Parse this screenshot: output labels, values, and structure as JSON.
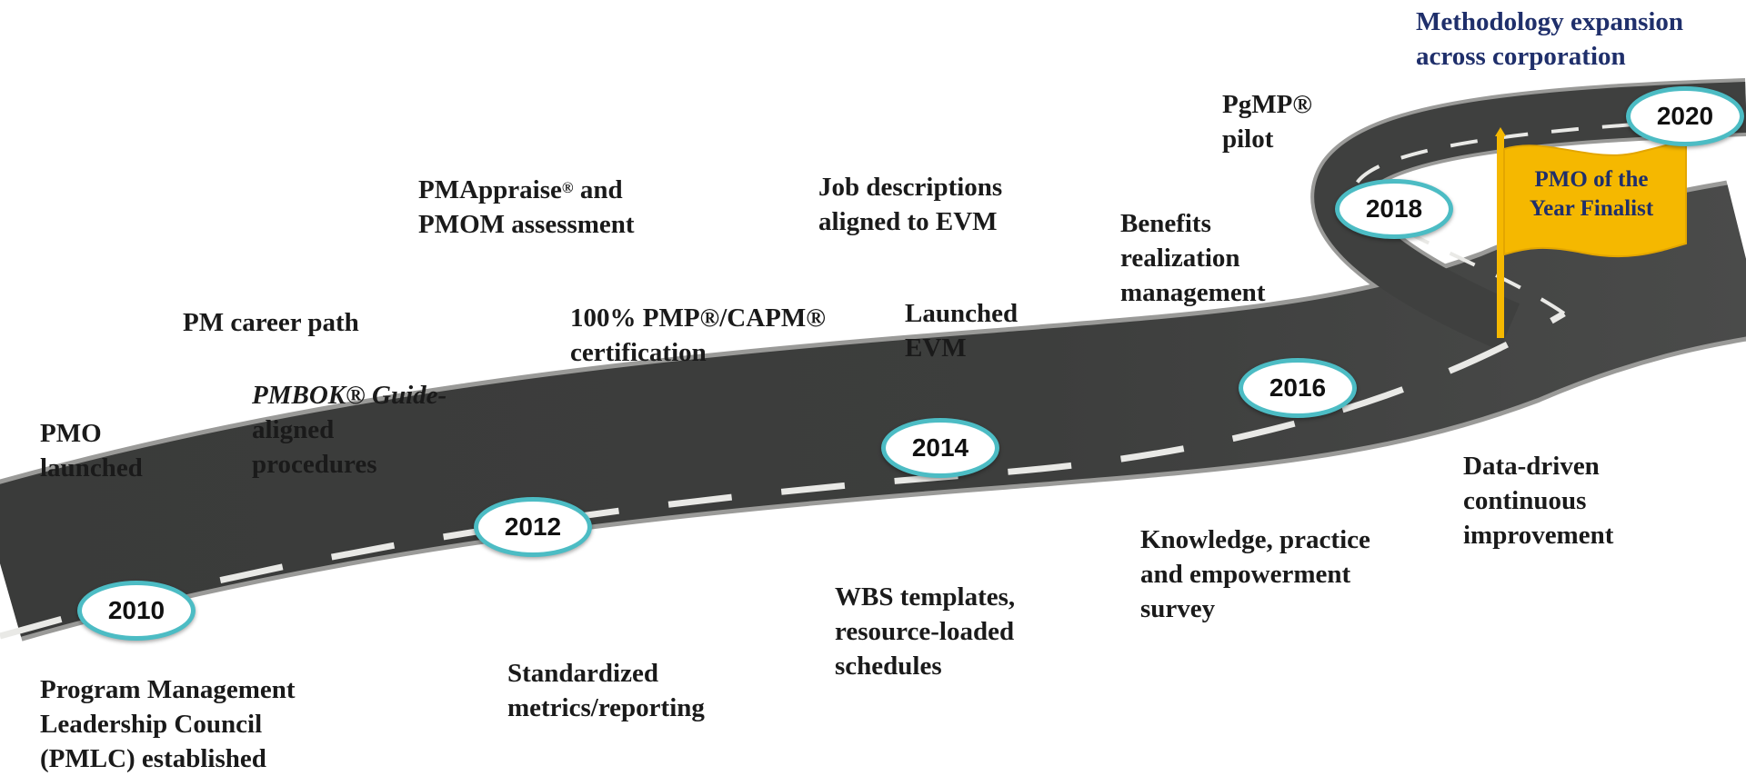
{
  "colors": {
    "badge_border": "#4cbcc4",
    "flag": "#f5b800",
    "road": "#3a3b3a",
    "label_accent": "#1f2f6b"
  },
  "years": [
    "2010",
    "2012",
    "2014",
    "2016",
    "2018",
    "2020"
  ],
  "labels": {
    "pmo_launched": [
      "PMO",
      "launched"
    ],
    "pmbok": [
      "PMBOK® Guide-",
      "aligned",
      "procedures"
    ],
    "career_path": [
      "PM career path"
    ],
    "pmappraise_a": "PMAppraise",
    "pmappraise_sup": "®",
    "pmappraise_b": " and",
    "pmappraise_line2": "PMOM assessment",
    "certification": [
      "100% PMP®/CAPM®",
      "certification"
    ],
    "job_desc": [
      "Job descriptions",
      "aligned to EVM"
    ],
    "launched_evm": [
      "Launched",
      "EVM"
    ],
    "benefits": [
      "Benefits",
      "realization",
      "management"
    ],
    "pgmp": [
      "PgMP®",
      "pilot"
    ],
    "methodology": [
      "Methodology expansion",
      "across corporation"
    ],
    "pmlc": [
      "Program Management",
      "Leadership Council",
      "(PMLC) established"
    ],
    "metrics": [
      "Standardized",
      "metrics/reporting"
    ],
    "wbs": [
      "WBS templates,",
      "resource-loaded",
      "schedules"
    ],
    "knowledge": [
      "Knowledge, practice",
      "and empowerment",
      "survey"
    ],
    "data_driven": [
      "Data-driven",
      "continuous",
      "improvement"
    ]
  },
  "flag": {
    "lines": [
      "PMO of the",
      "Year Finalist"
    ],
    "icon": "flag-icon"
  }
}
